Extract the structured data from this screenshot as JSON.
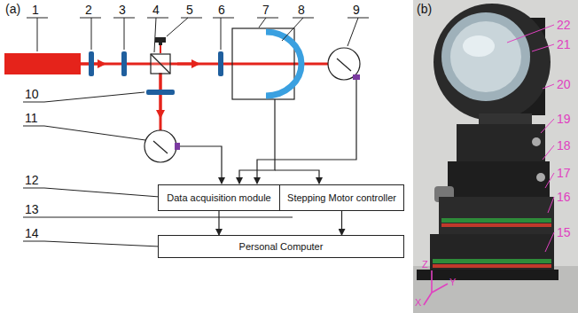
{
  "diagram": {
    "nodes": [
      {
        "text": [
          "Data acquisition module"
        ]
      },
      {
        "text": [
          "Stepping Motor controller"
        ]
      },
      {
        "text": [
          "Personal Computer"
        ]
      }
    ],
    "edges": [
      {
        "from": 0,
        "to": 2,
        "arrow": "to"
      },
      {
        "from": 1,
        "to": 2,
        "arrow": "to"
      }
    ],
    "labels": [
      "(a)",
      "1",
      "2",
      "3",
      "4",
      "5",
      "6",
      "7",
      "8",
      "9",
      "10",
      "11",
      "12",
      "13",
      "14",
      "(b)",
      "22",
      "21",
      "20",
      "19",
      "18",
      "17",
      "16",
      "15",
      "Z",
      "Y",
      "X"
    ]
  }
}
